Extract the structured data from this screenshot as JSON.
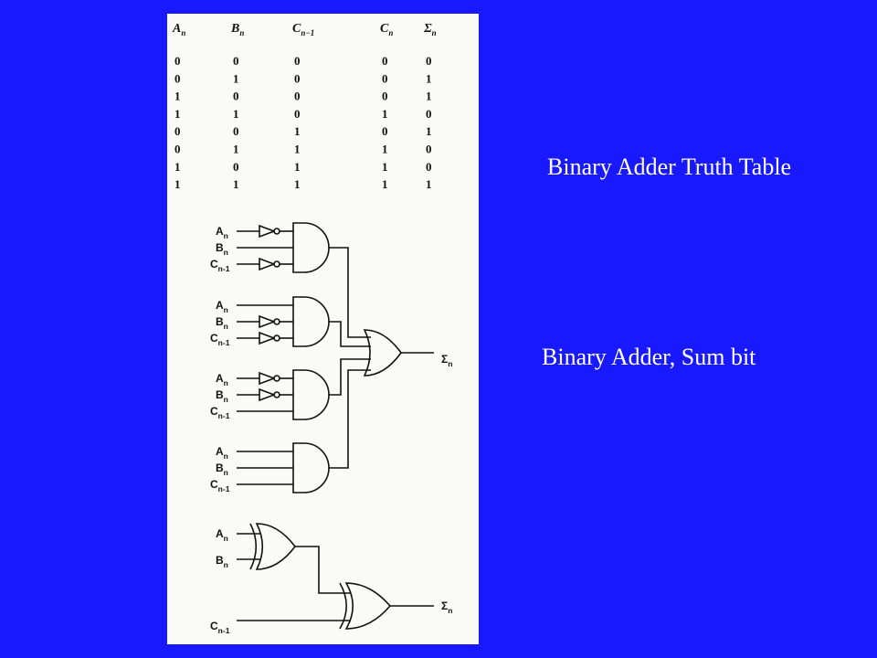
{
  "captions": {
    "truth_table": "Binary Adder Truth Table",
    "sum_bit": "Binary Adder, Sum bit"
  },
  "truth_table": {
    "columns": [
      {
        "main": "A",
        "sub": "n"
      },
      {
        "main": "B",
        "sub": "n"
      },
      {
        "main": "C",
        "sub": "n−1"
      },
      {
        "main": "C",
        "sub": "n"
      },
      {
        "main": "Σ",
        "sub": "n"
      }
    ],
    "rows": [
      [
        "0",
        "0",
        "0",
        "0",
        "0"
      ],
      [
        "0",
        "1",
        "0",
        "0",
        "1"
      ],
      [
        "1",
        "0",
        "0",
        "0",
        "1"
      ],
      [
        "1",
        "1",
        "0",
        "1",
        "0"
      ],
      [
        "0",
        "0",
        "1",
        "0",
        "1"
      ],
      [
        "0",
        "1",
        "1",
        "1",
        "0"
      ],
      [
        "1",
        "0",
        "1",
        "1",
        "0"
      ],
      [
        "1",
        "1",
        "1",
        "1",
        "1"
      ]
    ]
  },
  "circuit": {
    "labels": {
      "a": {
        "main": "A",
        "sub": "n"
      },
      "b": {
        "main": "B",
        "sub": "n"
      },
      "c": {
        "main": "C",
        "sub": "n-1"
      },
      "sum": {
        "main": "Σ",
        "sub": "n"
      }
    }
  },
  "colors": {
    "background": "#1919ff",
    "panel": "#fafaf7",
    "ink": "#111111",
    "caption_text": "#ffffff"
  }
}
